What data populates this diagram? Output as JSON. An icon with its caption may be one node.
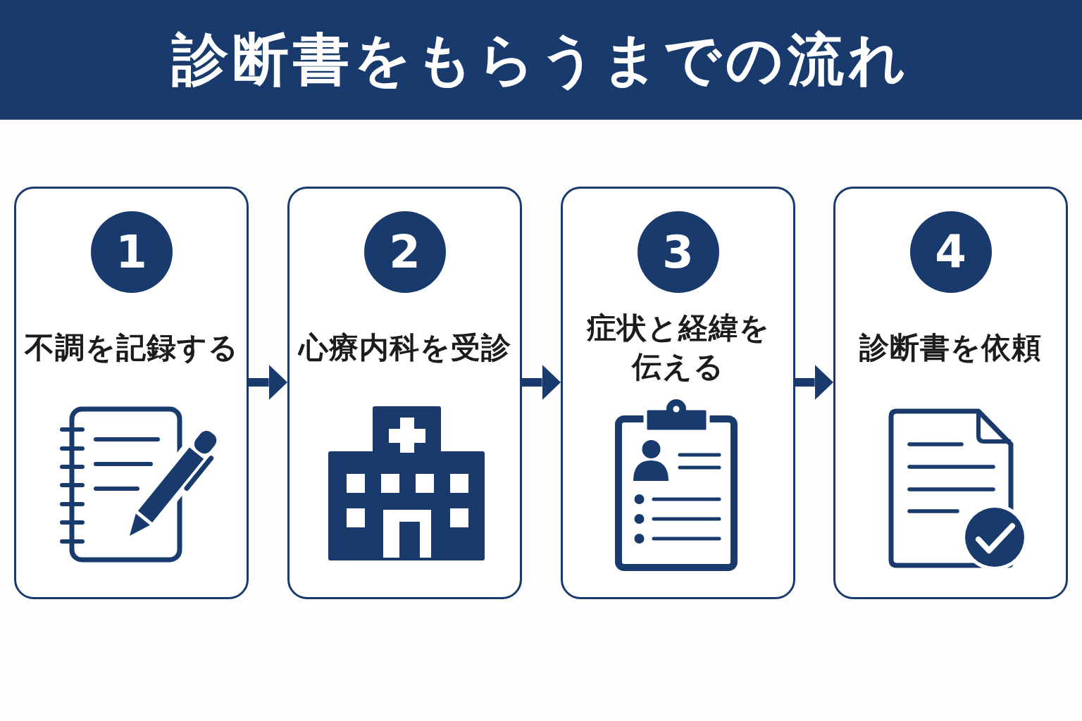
{
  "diagram": {
    "title": "診断書をもらうまでの流れ",
    "nodes": [
      {
        "text": [
          "不調を記録する"
        ]
      },
      {
        "text": [
          "1"
        ],
        "in": 0
      },
      {
        "text": [
          "心療内科を受診"
        ]
      },
      {
        "text": [
          "2"
        ],
        "in": 2
      },
      {
        "text": [
          "症状と経緯を伝える"
        ]
      },
      {
        "text": [
          "3"
        ],
        "in": 4
      },
      {
        "text": [
          "診断書を依頼"
        ]
      },
      {
        "text": [
          "4"
        ],
        "in": 6
      }
    ],
    "edges": [
      {
        "from": 0,
        "to": 2,
        "arrow": "to"
      },
      {
        "from": 2,
        "to": 4,
        "arrow": "to"
      },
      {
        "from": 4,
        "to": 6,
        "arrow": "to"
      }
    ]
  }
}
